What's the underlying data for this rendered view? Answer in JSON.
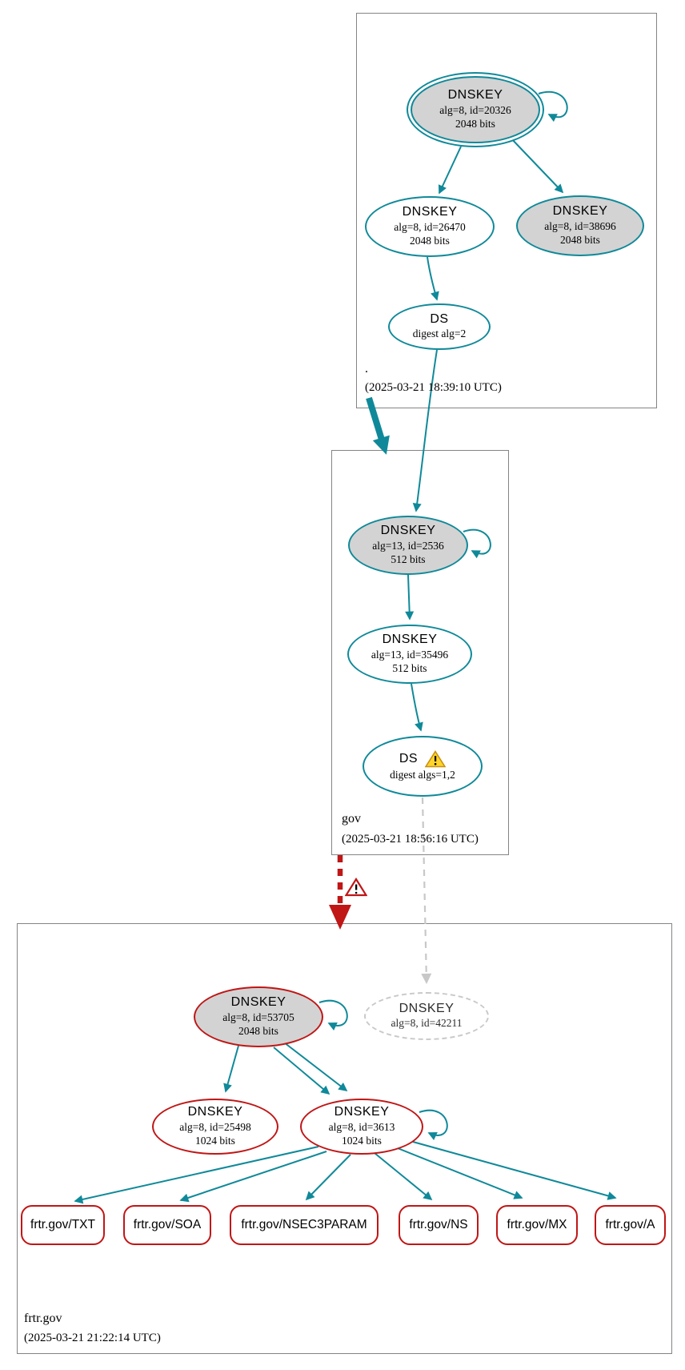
{
  "root_zone": {
    "label": ".",
    "timestamp": "(2025-03-21 18:39:10 UTC)",
    "ksk": {
      "type": "DNSKEY",
      "alg": "alg=8, id=20326",
      "bits": "2048 bits"
    },
    "zsk": {
      "type": "DNSKEY",
      "alg": "alg=8, id=26470",
      "bits": "2048 bits"
    },
    "standby_ksk": {
      "type": "DNSKEY",
      "alg": "alg=8, id=38696",
      "bits": "2048 bits"
    },
    "ds": {
      "type": "DS",
      "digest": "digest alg=2"
    }
  },
  "gov_zone": {
    "label": "gov",
    "timestamp": "(2025-03-21 18:56:16 UTC)",
    "ksk": {
      "type": "DNSKEY",
      "alg": "alg=13, id=2536",
      "bits": "512 bits"
    },
    "zsk": {
      "type": "DNSKEY",
      "alg": "alg=13, id=35496",
      "bits": "512 bits"
    },
    "ds": {
      "type": "DS",
      "digest": "digest algs=1,2"
    }
  },
  "frtr_zone": {
    "label": "frtr.gov",
    "timestamp": "(2025-03-21 21:22:14 UTC)",
    "ksk": {
      "type": "DNSKEY",
      "alg": "alg=8, id=53705",
      "bits": "2048 bits"
    },
    "missing_key": {
      "type": "DNSKEY",
      "alg": "alg=8, id=42211"
    },
    "zsk_inactive": {
      "type": "DNSKEY",
      "alg": "alg=8, id=25498",
      "bits": "1024 bits"
    },
    "zsk_active": {
      "type": "DNSKEY",
      "alg": "alg=8, id=3613",
      "bits": "1024 bits"
    },
    "rrsets": [
      {
        "label": "frtr.gov/TXT"
      },
      {
        "label": "frtr.gov/SOA"
      },
      {
        "label": "frtr.gov/NSEC3PARAM"
      },
      {
        "label": "frtr.gov/NS"
      },
      {
        "label": "frtr.gov/MX"
      },
      {
        "label": "frtr.gov/A"
      }
    ]
  },
  "colors": {
    "secure_teal": "#0f8999",
    "bogus_red": "#c01616",
    "warning_yellow": "#ffd42a",
    "key_fill_gray": "#d3d3d3",
    "insecure_gray": "#c8c8c8",
    "box_border_gray": "#848484"
  }
}
